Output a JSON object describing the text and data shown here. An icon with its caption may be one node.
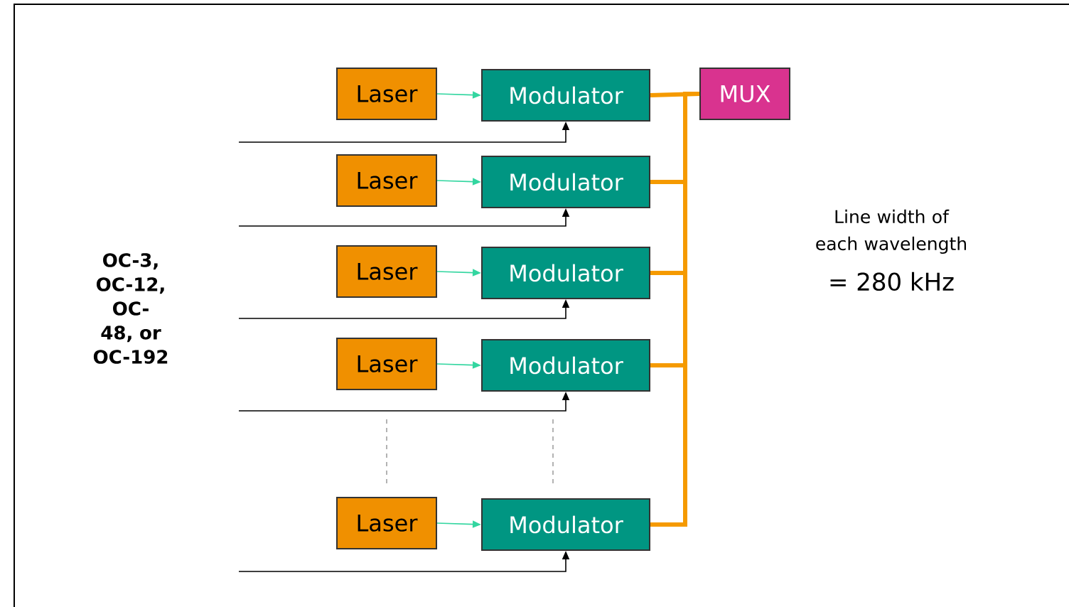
{
  "diagram": {
    "nodes": [
      {
        "text": [
          "Laser"
        ]
      },
      {
        "text": [
          "Laser"
        ]
      },
      {
        "text": [
          "Laser"
        ]
      },
      {
        "text": [
          "Laser"
        ]
      },
      {
        "text": [
          "Laser"
        ]
      },
      {
        "text": [
          "Modulator"
        ]
      },
      {
        "text": [
          "Modulator"
        ]
      },
      {
        "text": [
          "Modulator"
        ]
      },
      {
        "text": [
          "Modulator"
        ]
      },
      {
        "text": [
          "Modulator"
        ]
      },
      {
        "text": [
          "MUX"
        ]
      }
    ],
    "edges": [
      {
        "from": 0,
        "to": 5,
        "arrow": "to",
        "color": "#33d6a0"
      },
      {
        "from": 1,
        "to": 6,
        "arrow": "to",
        "color": "#33d6a0"
      },
      {
        "from": 2,
        "to": 7,
        "arrow": "to",
        "color": "#33d6a0"
      },
      {
        "from": 3,
        "to": 8,
        "arrow": "to",
        "color": "#33d6a0"
      },
      {
        "from": 4,
        "to": 9,
        "arrow": "to",
        "color": "#33d6a0"
      },
      {
        "from": 5,
        "to": 10,
        "arrow": "none",
        "style": "thick",
        "color": "#f59a00"
      },
      {
        "from": 6,
        "to": 10,
        "arrow": "none",
        "style": "thick",
        "color": "#f59a00"
      },
      {
        "from": 7,
        "to": 10,
        "arrow": "none",
        "style": "thick",
        "color": "#f59a00"
      },
      {
        "from": 8,
        "to": 10,
        "arrow": "none",
        "style": "thick",
        "color": "#f59a00"
      },
      {
        "from": 9,
        "to": 10,
        "arrow": "none",
        "style": "thick",
        "color": "#f59a00"
      },
      {
        "from": null,
        "to": 5,
        "arrow": "to",
        "color": "#000000"
      },
      {
        "from": null,
        "to": 6,
        "arrow": "to",
        "color": "#000000"
      },
      {
        "from": null,
        "to": 7,
        "arrow": "to",
        "color": "#000000"
      },
      {
        "from": null,
        "to": 8,
        "arrow": "to",
        "color": "#000000"
      },
      {
        "from": null,
        "to": 9,
        "arrow": "to",
        "color": "#000000"
      }
    ],
    "labels": [
      "OC-3, OC-12, OC-48, or OC-192",
      "Line width of each wavelength",
      "= 280 kHz"
    ]
  }
}
